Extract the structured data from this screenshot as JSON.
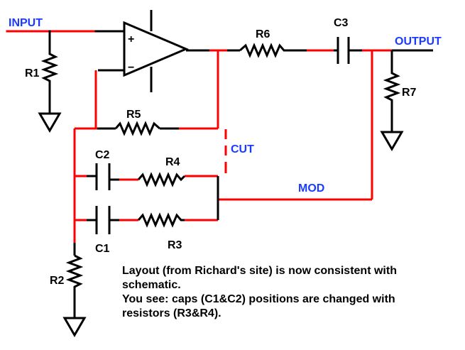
{
  "labels": {
    "input": "INPUT",
    "output": "OUTPUT",
    "cut": "CUT",
    "mod": "MOD",
    "opamp_plus": "+",
    "opamp_minus": "−",
    "r1": "R1",
    "r2": "R2",
    "r3": "R3",
    "r4": "R4",
    "r5": "R5",
    "r6": "R6",
    "r7": "R7",
    "c1": "C1",
    "c2": "C2",
    "c3": "C3"
  },
  "note": {
    "line1": "Layout (from Richard's site) is now consistent with",
    "line2": "schematic.",
    "line3": "You see: caps (C1&C2) positions are changed with",
    "line4": "resistors (R3&R4)."
  },
  "colors": {
    "wire": "#000000",
    "mod_wire": "#ff0000",
    "io_label": "#1a3bff"
  }
}
